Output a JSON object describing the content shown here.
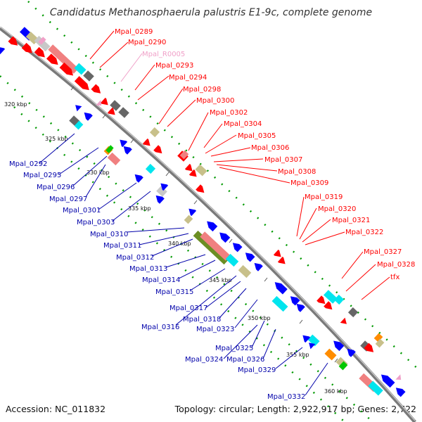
{
  "title": "Candidatus Methanosphaerula palustris E1-9c, complete genome",
  "accession_text": "Accession: NC_011832",
  "summary_text": "Topology: circular; Length: 2,922,917 bp; Genes: 2,722",
  "colors": {
    "red": "#ff0000",
    "blue": "#0000ff",
    "pink": "#f08080",
    "cyan": "#00e5ee",
    "gray": "#666666",
    "khaki": "#c8c08a",
    "olive": "#6b8e23",
    "rna": "#f0a0c8",
    "lightgray": "#c8c8c8",
    "green": "#00c800",
    "orange": "#ff8c00",
    "spoke": "#009900"
  },
  "kbp_ticks": [
    "320 kbp",
    "325 kbp",
    "330 kbp",
    "335 kbp",
    "340 kbp",
    "345 kbp",
    "350 kbp",
    "355 kbp",
    "360 kbp"
  ],
  "forward_labels": [
    "Mpal_0289",
    "Mpal_0290",
    "Mpal_R0005",
    "Mpal_0293",
    "Mpal_0294",
    "Mpal_0298",
    "Mpal_0300",
    "Mpal_0302",
    "Mpal_0304",
    "Mpal_0305",
    "Mpal_0306",
    "Mpal_0307",
    "Mpal_0308",
    "Mpal_0309",
    "Mpal_0319",
    "Mpal_0320",
    "Mpal_0321",
    "Mpal_0322",
    "Mpal_0327",
    "Mpal_0328",
    "tfx"
  ],
  "reverse_labels": [
    "Mpal_0292",
    "Mpal_0295",
    "Mpal_0296",
    "Mpal_0297",
    "Mpal_0301",
    "Mpal_0303",
    "Mpal_0310",
    "Mpal_0311",
    "Mpal_0312",
    "Mpal_0313",
    "Mpal_0314",
    "Mpal_0315",
    "Mpal_0317",
    "Mpal_0318",
    "Mpal_0316",
    "Mpal_0323",
    "Mpal_0325",
    "Mpal_0324",
    "Mpal_0326",
    "Mpal_0329",
    "Mpal_0332"
  ]
}
